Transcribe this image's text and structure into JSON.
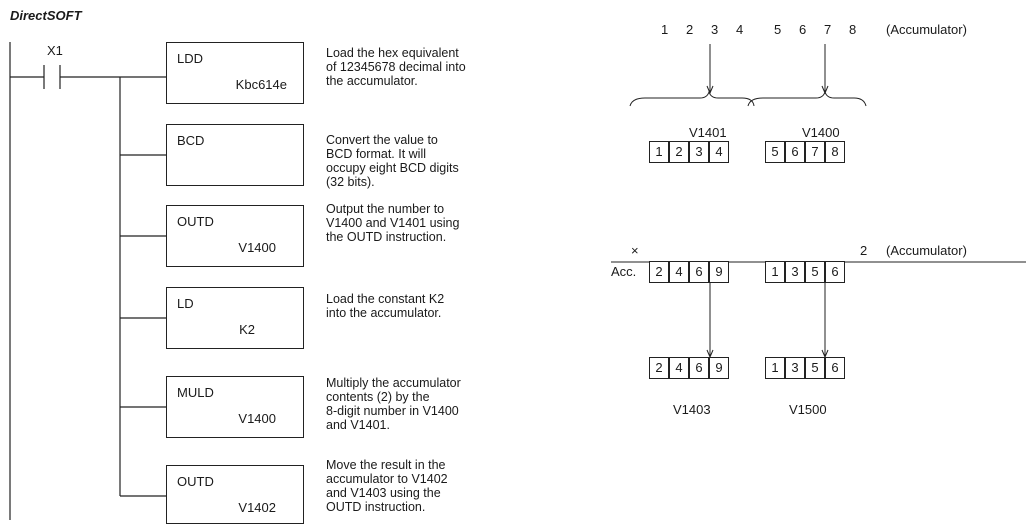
{
  "title": "DirectSOFT",
  "contact": "X1",
  "instructions": [
    {
      "op": "LDD",
      "arg": "Kbc614e",
      "desc": "Load the hex equivalent\nof 12345678 decimal into\nthe accumulator."
    },
    {
      "op": "BCD",
      "arg": "",
      "desc": "Convert the value to\nBCD format. It will\noccupy eight BCD digits\n(32 bits)."
    },
    {
      "op": "OUTD",
      "arg": "V1400",
      "desc": "Output the number to\nV1400 and V1401 using\nthe OUTD instruction."
    },
    {
      "op": "LD",
      "arg": "K2",
      "desc": "Load the constant K2\ninto the accumulator."
    },
    {
      "op": "MULD",
      "arg": "V1400",
      "desc": "Multiply the accumulator\ncontents (2) by the\n8-digit number in V1400\nand V1401."
    },
    {
      "op": "OUTD",
      "arg": "V1402",
      "desc": "Move the result in the\naccumulator to V1402\nand V1403 using the\nOUTD instruction."
    }
  ],
  "top_diagram": {
    "acc_digits_left": [
      "1",
      "2",
      "3",
      "4"
    ],
    "acc_digits_right": [
      "5",
      "6",
      "7",
      "8"
    ],
    "acc_label": "(Accumulator)",
    "left_reg": "V1401",
    "right_reg": "V1400",
    "left_cells": [
      "1",
      "2",
      "3",
      "4"
    ],
    "right_cells": [
      "5",
      "6",
      "7",
      "8"
    ]
  },
  "mult_diagram": {
    "times": "×",
    "factor": "2",
    "acc_label": "(Accumulator)",
    "acc_prefix": "Acc.",
    "acc_cells_left": [
      "2",
      "4",
      "6",
      "9"
    ],
    "acc_cells_right": [
      "1",
      "3",
      "5",
      "6"
    ],
    "out_cells_left": [
      "2",
      "4",
      "6",
      "9"
    ],
    "out_cells_right": [
      "1",
      "3",
      "5",
      "6"
    ],
    "left_reg": "V1403",
    "right_reg": "V1500"
  }
}
